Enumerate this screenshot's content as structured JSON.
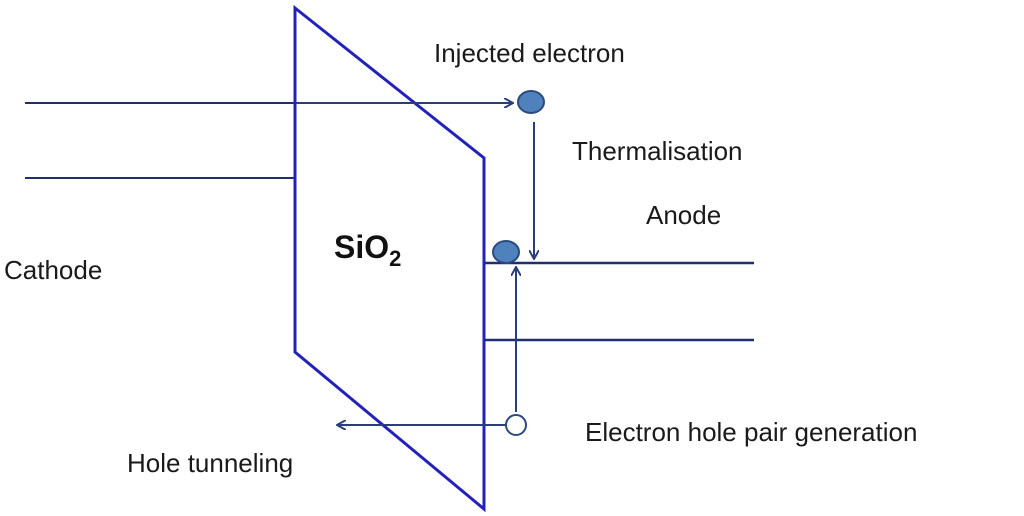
{
  "labels": {
    "injected_electron": "Injected electron",
    "thermalisation": "Thermalisation",
    "anode": "Anode",
    "cathode": "Cathode",
    "oxide_main": "SiO",
    "oxide_sub": "2",
    "electron_hole_pair": "Electron hole pair generation",
    "hole_tunneling": "Hole tunneling"
  },
  "colors": {
    "oxide_outline": "#2222bb",
    "band_lines": "#1f2f6e",
    "arrows": "#2a3f7a",
    "electron_fill": "#4f81bd",
    "electron_stroke": "#2a4a80",
    "hole_fill": "#ffffff"
  }
}
